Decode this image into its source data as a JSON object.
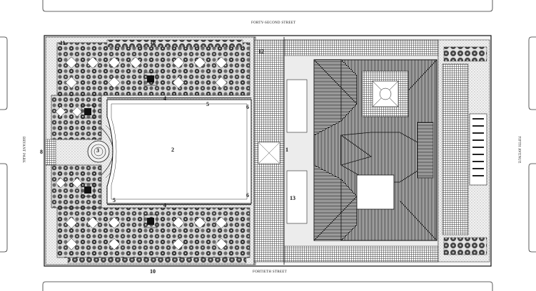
{
  "streets": {
    "top": "FORTY-SECOND STREET",
    "bottom": "FORTIETH STREET",
    "left": "BRYANT PARK",
    "right": "FIFTH AVENUE"
  },
  "labels": {
    "n1": "1",
    "n2": "2",
    "n3": "3",
    "n4a": "4",
    "n4b": "4",
    "n5a": "5",
    "n5b": "5",
    "n6a": "6",
    "n6b": "6",
    "n8": "8",
    "n10a": "10",
    "n10b": "10",
    "n11": "11",
    "n12": "12",
    "n13": "13"
  },
  "colors": {
    "ink": "#1a1a1a",
    "roof": "#2b2b2b",
    "paper": "#ffffff",
    "hatch": "#7a7a7a"
  }
}
